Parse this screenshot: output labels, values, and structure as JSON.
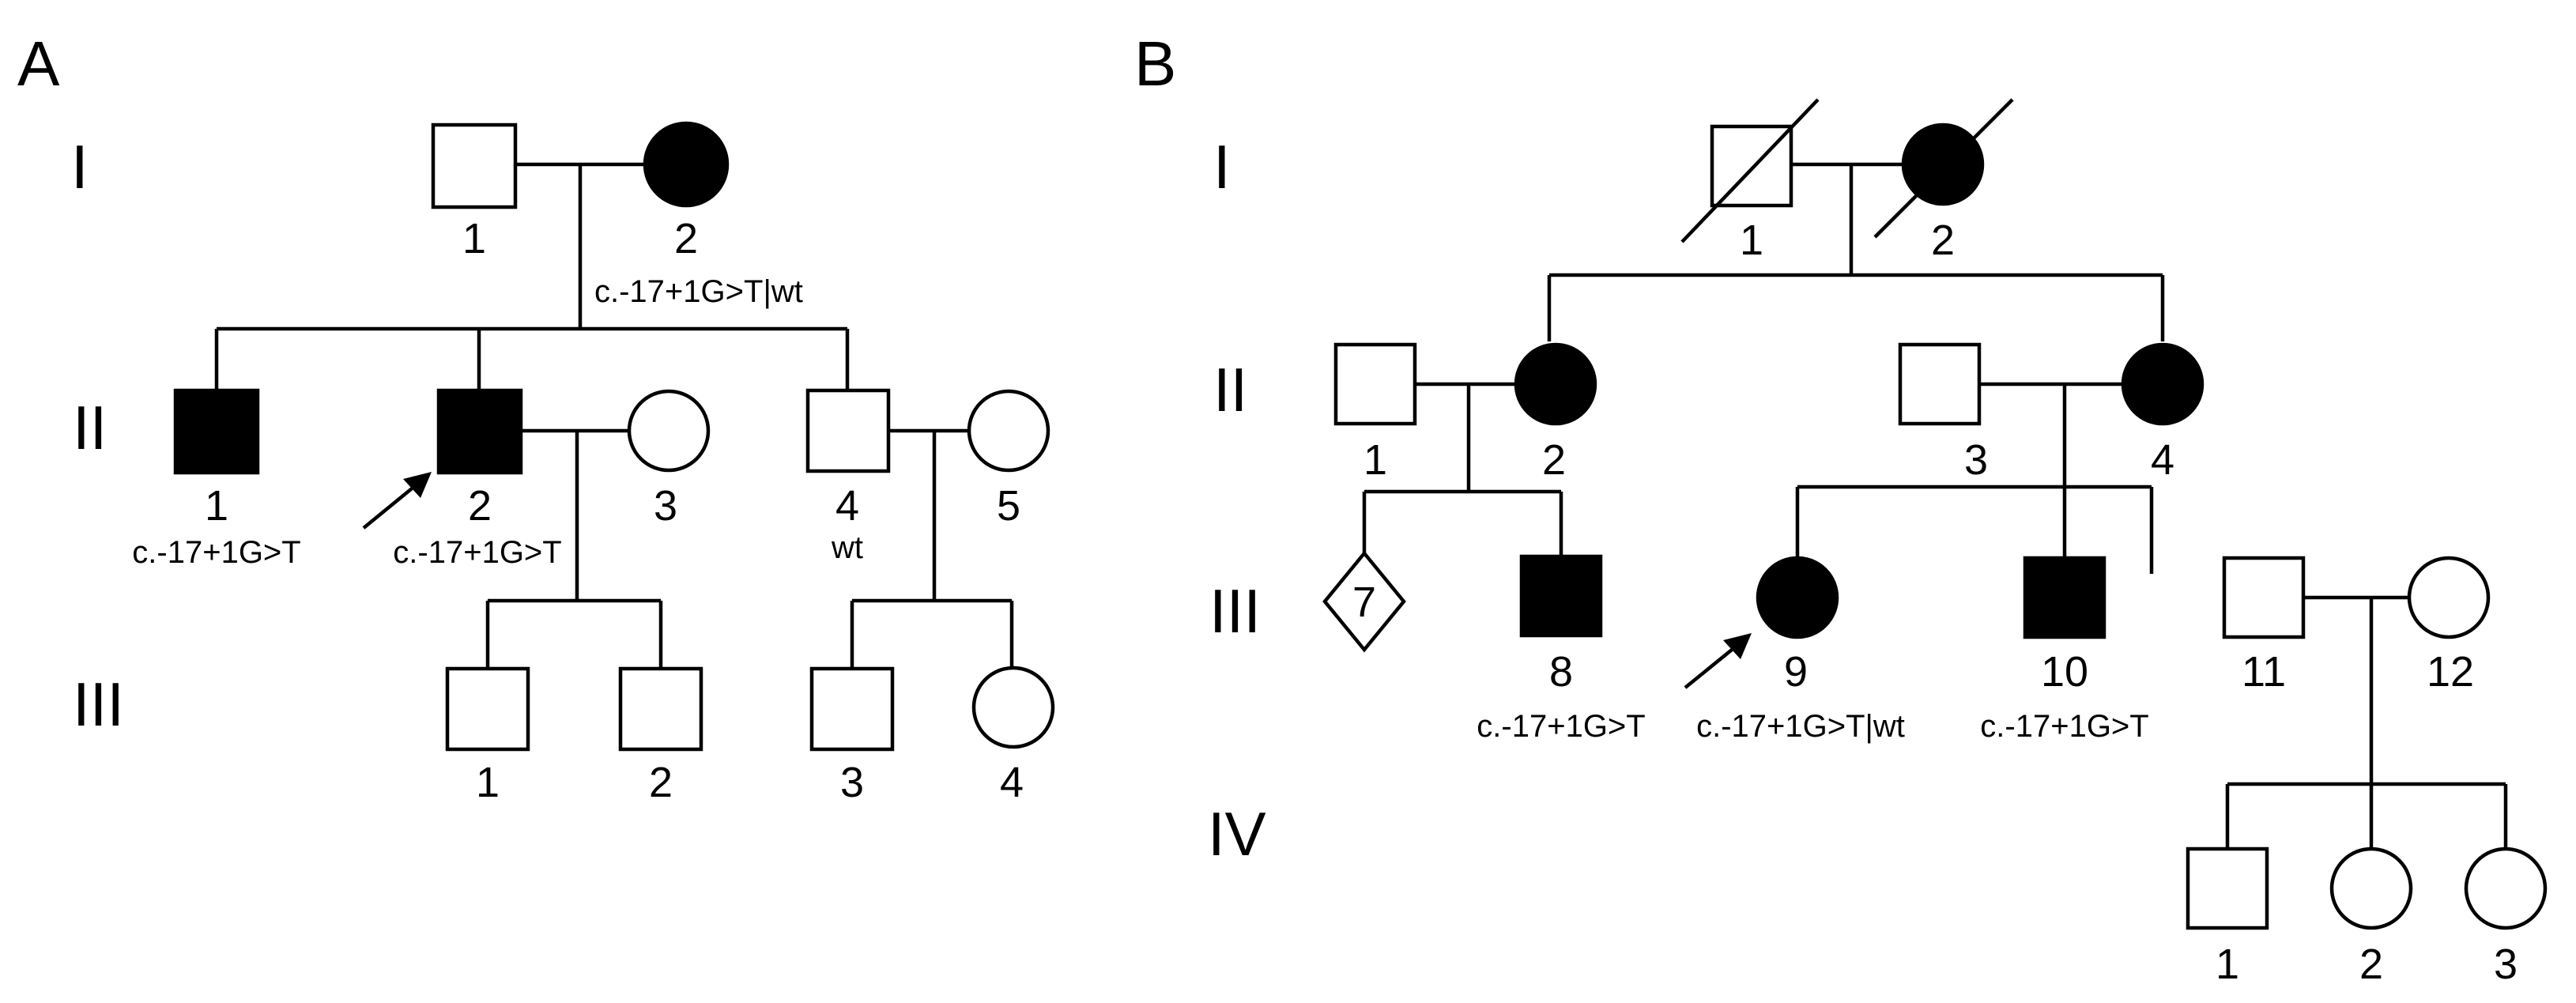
{
  "panels": [
    {
      "letter": "A",
      "generations": [
        "I",
        "II",
        "III"
      ],
      "individuals": [
        {
          "gen": "I",
          "num": "1",
          "sex": "male",
          "affected": false
        },
        {
          "gen": "I",
          "num": "2",
          "sex": "female",
          "affected": true,
          "genotype": "c.-17+1G>T|wt"
        },
        {
          "gen": "II",
          "num": "1",
          "sex": "male",
          "affected": true,
          "genotype": "c.-17+1G>T"
        },
        {
          "gen": "II",
          "num": "2",
          "sex": "male",
          "affected": true,
          "genotype": "c.-17+1G>T",
          "proband": true
        },
        {
          "gen": "II",
          "num": "3",
          "sex": "female",
          "affected": false
        },
        {
          "gen": "II",
          "num": "4",
          "sex": "male",
          "affected": false,
          "genotype": "wt"
        },
        {
          "gen": "II",
          "num": "5",
          "sex": "female",
          "affected": false
        },
        {
          "gen": "III",
          "num": "1",
          "sex": "male",
          "affected": false
        },
        {
          "gen": "III",
          "num": "2",
          "sex": "male",
          "affected": false
        },
        {
          "gen": "III",
          "num": "3",
          "sex": "male",
          "affected": false
        },
        {
          "gen": "III",
          "num": "4",
          "sex": "female",
          "affected": false
        }
      ]
    },
    {
      "letter": "B",
      "generations": [
        "I",
        "II",
        "III",
        "IV"
      ],
      "individuals": [
        {
          "gen": "I",
          "num": "1",
          "sex": "male",
          "affected": false,
          "deceased": true
        },
        {
          "gen": "I",
          "num": "2",
          "sex": "female",
          "affected": true,
          "deceased": true
        },
        {
          "gen": "II",
          "num": "1",
          "sex": "male",
          "affected": false
        },
        {
          "gen": "II",
          "num": "2",
          "sex": "female",
          "affected": true
        },
        {
          "gen": "II",
          "num": "3",
          "sex": "male",
          "affected": false
        },
        {
          "gen": "II",
          "num": "4",
          "sex": "female",
          "affected": true
        },
        {
          "gen": "III",
          "num": "7",
          "sex": "unknown",
          "affected": false,
          "count": "7"
        },
        {
          "gen": "III",
          "num": "8",
          "sex": "male",
          "affected": true,
          "genotype": "c.-17+1G>T"
        },
        {
          "gen": "III",
          "num": "9",
          "sex": "female",
          "affected": true,
          "genotype": "c.-17+1G>T|wt",
          "proband": true
        },
        {
          "gen": "III",
          "num": "10",
          "sex": "male",
          "affected": true,
          "genotype": "c.-17+1G>T"
        },
        {
          "gen": "III",
          "num": "11",
          "sex": "male",
          "affected": false
        },
        {
          "gen": "III",
          "num": "12",
          "sex": "female",
          "affected": false
        },
        {
          "gen": "IV",
          "num": "1",
          "sex": "male",
          "affected": false
        },
        {
          "gen": "IV",
          "num": "2",
          "sex": "female",
          "affected": false
        },
        {
          "gen": "IV",
          "num": "3",
          "sex": "female",
          "affected": false
        }
      ]
    }
  ]
}
